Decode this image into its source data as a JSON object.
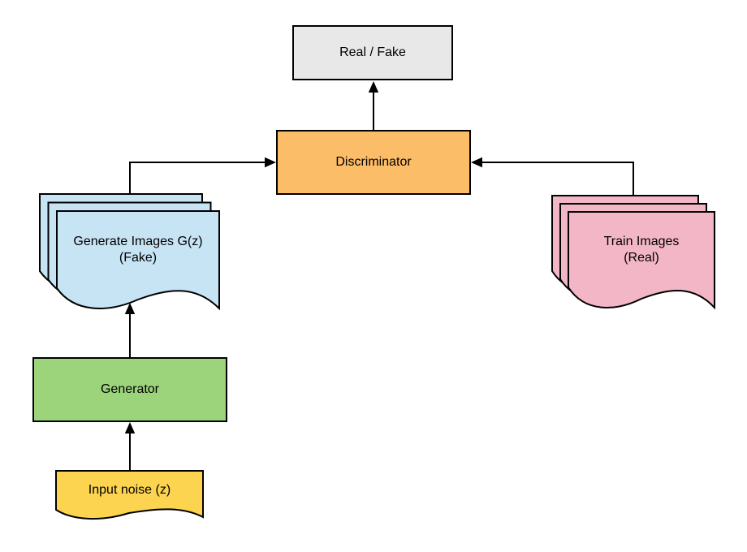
{
  "diagram": {
    "kind": "flowchart",
    "subject": "GAN training architecture",
    "background": "#ffffff",
    "stroke": "#000000",
    "nodes": {
      "output": {
        "label": "Real / Fake",
        "shape": "rectangle",
        "fill": "#e8e8e8"
      },
      "discriminator": {
        "label": "Discriminator",
        "shape": "rectangle",
        "fill": "#fcbd68"
      },
      "generated_images": {
        "line1": "Generate Images G(z)",
        "line2": "(Fake)",
        "shape": "document-stack",
        "fill": "#c7e4f5"
      },
      "train_images": {
        "line1": "Train Images",
        "line2": "(Real)",
        "shape": "document-stack",
        "fill": "#f2b6c6"
      },
      "generator": {
        "label": "Generator",
        "shape": "rectangle",
        "fill": "#9cd47c"
      },
      "input_noise": {
        "label": "Input noise (z)",
        "shape": "document",
        "fill": "#fcd44f"
      }
    },
    "edges": [
      {
        "from": "input_noise",
        "to": "generator"
      },
      {
        "from": "generator",
        "to": "generated_images"
      },
      {
        "from": "generated_images",
        "to": "discriminator"
      },
      {
        "from": "train_images",
        "to": "discriminator"
      },
      {
        "from": "discriminator",
        "to": "output"
      }
    ]
  }
}
